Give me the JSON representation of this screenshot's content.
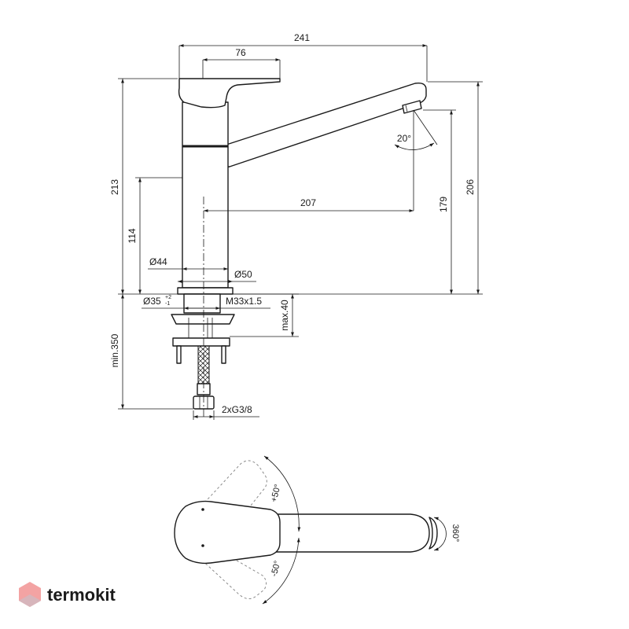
{
  "side_view": {
    "dims": {
      "overall_width": "241",
      "handle_length": "76",
      "spout_reach": "207",
      "total_height": "213",
      "outlet_height": "206",
      "under_outlet_height": "179",
      "body_height": "114",
      "body_diameter": "Ø44",
      "base_diameter": "Ø50",
      "hole_diameter": "Ø35",
      "hole_tol_upper": "+2",
      "hole_tol_lower": "-1",
      "thread": "M33x1.5",
      "max_thickness": "max.40",
      "hose_length": "min.350",
      "connection": "2xG3/8",
      "outlet_angle": "20°"
    }
  },
  "top_view": {
    "swing_plus": "+50°",
    "swing_minus": "-50°",
    "spout_rotation": "360°"
  },
  "brand": {
    "name": "termokit",
    "colors": {
      "logo_top": "#f08080",
      "logo_bottom": "#d9a0a8",
      "text": "#9aa3ad"
    }
  }
}
